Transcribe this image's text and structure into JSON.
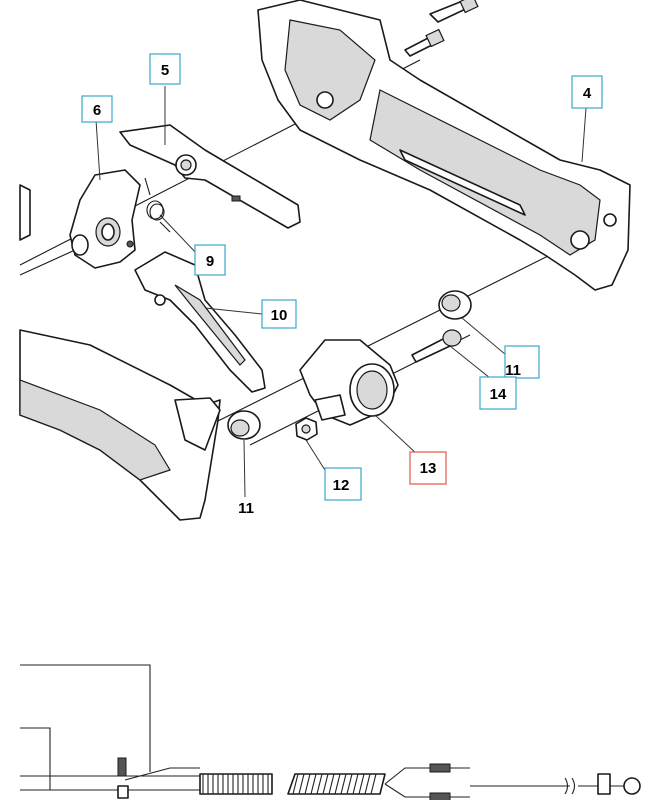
{
  "colors": {
    "label_box_border": "#3aa6c9",
    "label_box_highlight": "#e05a4a",
    "line": "#1a1a1a",
    "shade": "#d9d9d9"
  },
  "callouts": [
    {
      "id": "c5",
      "text": "5",
      "style": "boxed"
    },
    {
      "id": "c6",
      "text": "6",
      "style": "boxed"
    },
    {
      "id": "c4",
      "text": "4",
      "style": "boxed"
    },
    {
      "id": "c9",
      "text": "9",
      "style": "boxed"
    },
    {
      "id": "c10",
      "text": "10",
      "style": "boxed"
    },
    {
      "id": "c11a",
      "text": "11",
      "style": "boxed"
    },
    {
      "id": "c14",
      "text": "14",
      "style": "boxed"
    },
    {
      "id": "c13",
      "text": "13",
      "style": "highlight"
    },
    {
      "id": "c12",
      "text": "12",
      "style": "boxed"
    },
    {
      "id": "c11b",
      "text": "11",
      "style": "plain"
    }
  ]
}
